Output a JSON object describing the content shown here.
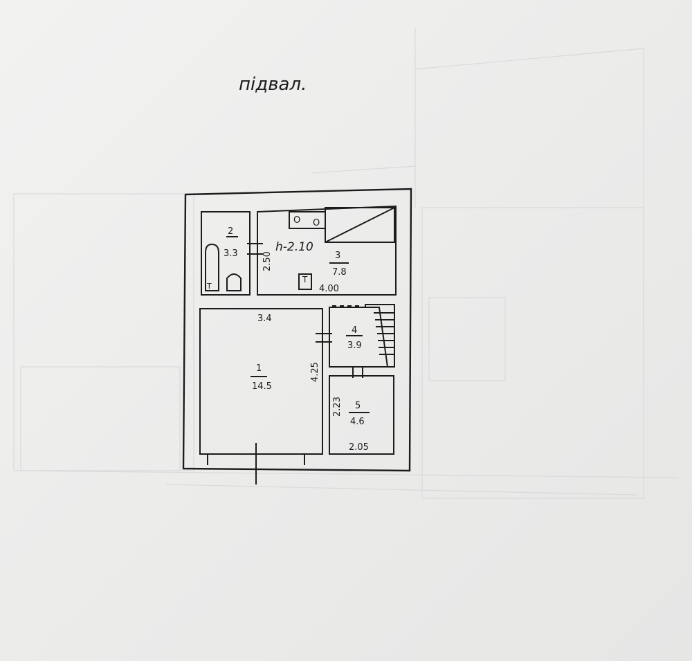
{
  "title": "підвал.",
  "height_note": "h-2.10",
  "rooms": [
    {
      "number": "1",
      "area": "14.5"
    },
    {
      "number": "2",
      "area": "3.3"
    },
    {
      "number": "3",
      "area": "7.8"
    },
    {
      "number": "4",
      "area": "3.9"
    },
    {
      "number": "5",
      "area": "4.6"
    }
  ],
  "dimensions": {
    "room1_width": "3.4",
    "room1_length": "4.25",
    "room2_length": "2.50",
    "room3_width": "4.00",
    "room5_length": "2.23",
    "room5_width": "2.05"
  },
  "fixtures": {
    "boiler_label": "T",
    "boiler_room2_label": "T",
    "stove_burner_1": "O",
    "stove_burner_2": "O"
  },
  "colors": {
    "ink": "#1c1c1c",
    "paper": "#efefee",
    "faint_lines": "#d2d4d6"
  }
}
